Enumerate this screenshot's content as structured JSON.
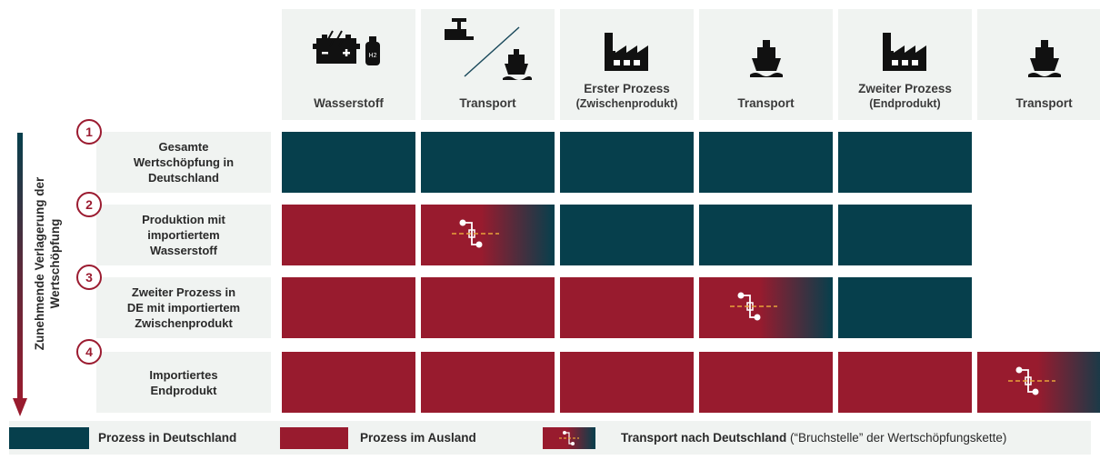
{
  "columns": [
    {
      "label": "Wasserstoff",
      "sub": "",
      "icon": "battery-h2-icon"
    },
    {
      "label": "Transport",
      "sub": "",
      "icon": "pipe-ship-icon"
    },
    {
      "label": "Erster Prozess",
      "sub": "(Zwischenprodukt)",
      "icon": "factory-icon"
    },
    {
      "label": "Transport",
      "sub": "",
      "icon": "ship-icon"
    },
    {
      "label": "Zweiter Prozess",
      "sub": "(Endprodukt)",
      "icon": "factory-icon"
    },
    {
      "label": "Transport",
      "sub": "",
      "icon": "ship-icon"
    }
  ],
  "rows": [
    {
      "num": "1",
      "lines": [
        "Gesamte",
        "Wertschöpfung in",
        "Deutschland"
      ],
      "cells": [
        "de",
        "de",
        "de",
        "de",
        "de",
        ""
      ]
    },
    {
      "num": "2",
      "lines": [
        "Produktion mit",
        "importiertem",
        "Wasserstoff"
      ],
      "cells": [
        "ab",
        "tr",
        "de",
        "de",
        "de",
        ""
      ]
    },
    {
      "num": "3",
      "lines": [
        "Zweiter Prozess in",
        "DE mit importiertem",
        "Zwischenprodukt"
      ],
      "cells": [
        "ab",
        "ab",
        "ab",
        "tr",
        "de",
        ""
      ]
    },
    {
      "num": "4",
      "lines": [
        "Importiertes",
        "Endprodukt"
      ],
      "cells": [
        "ab",
        "ab",
        "ab",
        "ab",
        "ab",
        "tr"
      ]
    }
  ],
  "axis": {
    "line1": "Zunehmende Verlagerung der",
    "line2": "Wertschöpfung"
  },
  "legend": {
    "de": "Prozess in Deutschland",
    "ab": "Prozess im Ausland",
    "tr_bold": "Transport nach Deutschland",
    "tr_rest": " (“Bruchstelle” der Wertschöpfungskette)"
  },
  "colors": {
    "deutschland": "#063f4c",
    "ausland": "#981b2e",
    "accent": "#e8a33a"
  }
}
